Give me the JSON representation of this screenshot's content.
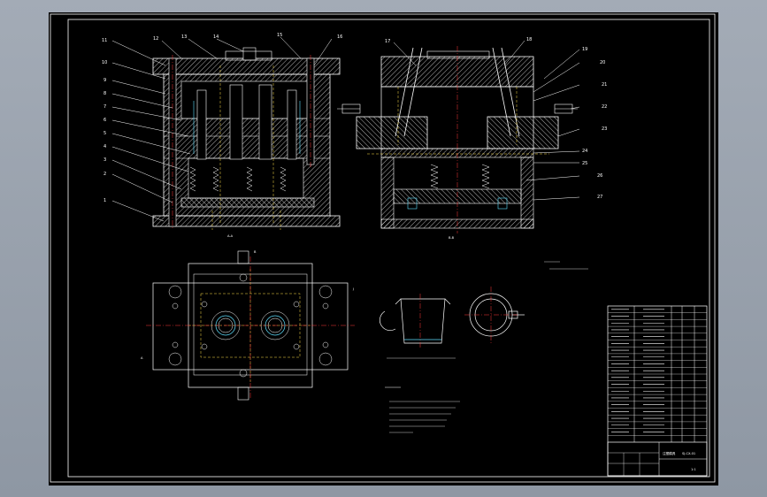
{
  "viewport": {
    "background": "#9aa2ad",
    "paper": "#000000",
    "line": "#ffffff",
    "accent_red": "#ff3b3b",
    "accent_yellow": "#ffe14a",
    "accent_cyan": "#5fe0ff"
  },
  "part_labels_left": [
    "11",
    "10",
    "9",
    "8",
    "7",
    "6",
    "5",
    "4",
    "3",
    "2",
    "1"
  ],
  "part_labels_top_left": [
    "12",
    "13",
    "14",
    "15",
    "16"
  ],
  "part_labels_top_right": [
    "17",
    "18"
  ],
  "part_labels_right": [
    "19",
    "20",
    "21",
    "22",
    "23",
    "24",
    "25",
    "26",
    "27"
  ],
  "section_labels": {
    "left_view": "A-A",
    "right_view": "B-B"
  },
  "plan_view_labels": {
    "left_marker": "A",
    "right_marker": "J",
    "top_marker": "B"
  },
  "title_block": {
    "bom_rows": 20,
    "drawing_title": "注塑模具",
    "drawing_number": "SJ-CX-01",
    "scale": "1:1"
  }
}
